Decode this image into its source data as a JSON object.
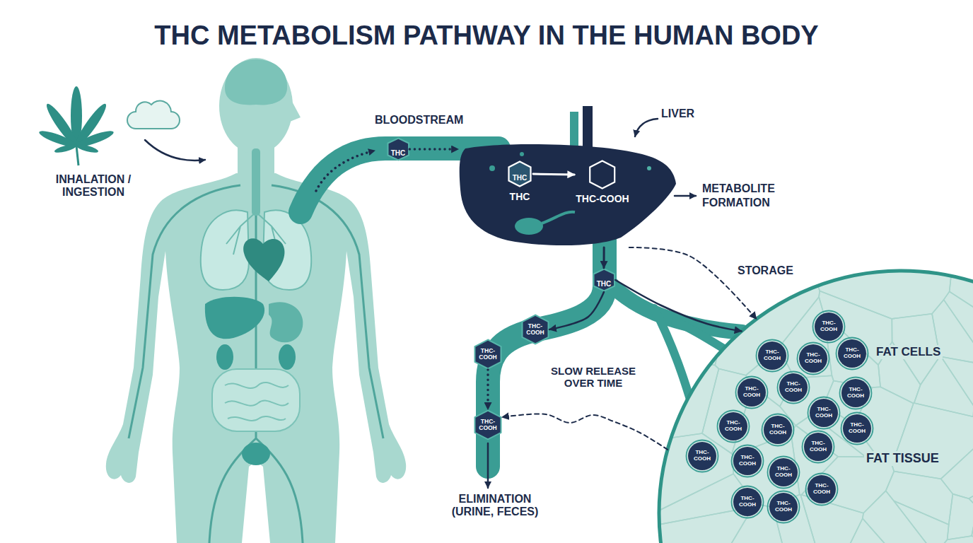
{
  "diagram": {
    "title": "THC METABOLISM PATHWAY IN THE HUMAN BODY",
    "nodes": [
      {
        "text": [
          "THC"
        ]
      },
      {
        "text": [
          "LIVER"
        ]
      },
      {
        "text": [
          "THC",
          "THC"
        ],
        "in": 1
      },
      {
        "text": [
          "THC-COOH"
        ],
        "in": 1
      },
      {
        "text": [
          "THC"
        ]
      },
      {
        "text": [
          "THC-COOH"
        ]
      },
      {
        "text": [
          "THC-COOH"
        ]
      },
      {
        "text": [
          "THC-COOH"
        ]
      },
      {
        "text": [
          "FAT CELLS",
          "FAT TISSUE"
        ]
      },
      {
        "text": [
          "THC-COOH"
        ],
        "in": 8
      },
      {
        "text": [
          "THC-COOH"
        ],
        "in": 8
      },
      {
        "text": [
          "THC-COOH"
        ],
        "in": 8
      },
      {
        "text": [
          "THC-COOH"
        ],
        "in": 8
      },
      {
        "text": [
          "THC-COOH"
        ],
        "in": 8
      },
      {
        "text": [
          "THC-COOH"
        ],
        "in": 8
      },
      {
        "text": [
          "THC-COOH"
        ],
        "in": 8
      },
      {
        "text": [
          "THC-COOH"
        ],
        "in": 8
      },
      {
        "text": [
          "THC-COOH"
        ],
        "in": 8
      },
      {
        "text": [
          "THC-COOH"
        ],
        "in": 8
      },
      {
        "text": [
          "THC-COOH"
        ],
        "in": 8
      },
      {
        "text": [
          "THC-COOH"
        ],
        "in": 8
      },
      {
        "text": [
          "THC-COOH"
        ],
        "in": 8
      },
      {
        "text": [
          "THC-COOH"
        ],
        "in": 8
      },
      {
        "text": [
          "THC-COOH"
        ],
        "in": 8
      },
      {
        "text": [
          "THC-COOH"
        ],
        "in": 8
      },
      {
        "text": [
          "THC-COOH"
        ],
        "in": 8
      },
      {
        "text": [
          "THC-COOH"
        ],
        "in": 8
      }
    ],
    "edges": [
      {
        "from": 0,
        "to": 1,
        "arrow": "to"
      },
      {
        "from": 2,
        "to": 3,
        "arrow": "to"
      },
      {
        "from": 1,
        "to": 4,
        "arrow": "to"
      },
      {
        "from": 4,
        "to": 5,
        "arrow": "to"
      },
      {
        "from": 4,
        "to": 8,
        "arrow": "to"
      },
      {
        "from": 1,
        "to": 8,
        "label": "STORAGE",
        "arrow": "to"
      },
      {
        "from": 6,
        "to": 7,
        "arrow": "to"
      },
      {
        "from": 8,
        "to": 7,
        "label": "SLOW RELEASE OVER TIME",
        "arrow": "to"
      }
    ],
    "labels": [
      "INHALATION / INGESTION",
      "BLOODSTREAM",
      "METABOLITE FORMATION",
      "ELIMINATION (URINE, FECES)"
    ]
  }
}
